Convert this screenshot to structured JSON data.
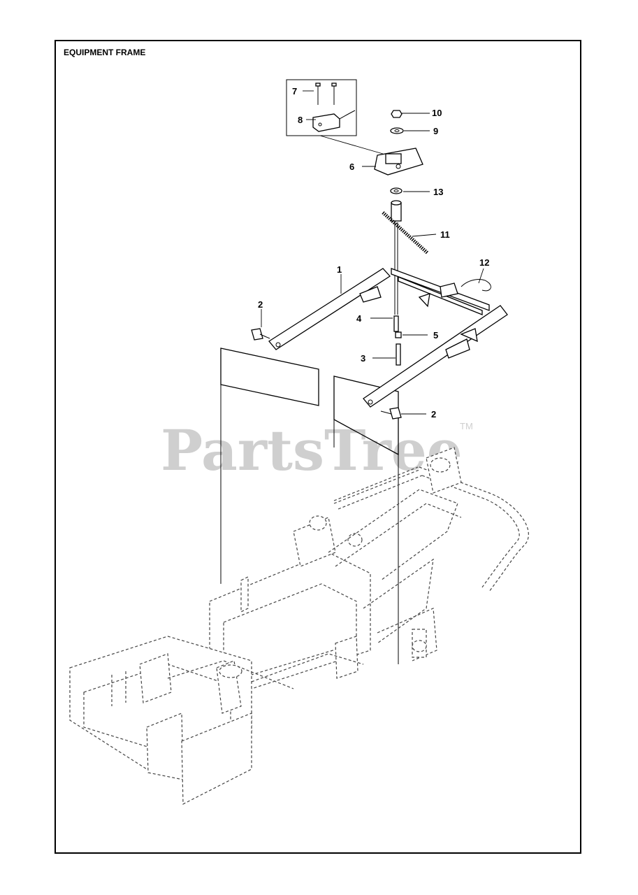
{
  "title": "EQUIPMENT FRAME",
  "watermark": {
    "brand": "PartsTree",
    "trademark": "TM"
  },
  "callouts": [
    {
      "id": "c1",
      "label": "1"
    },
    {
      "id": "c2a",
      "label": "2"
    },
    {
      "id": "c2b",
      "label": "2"
    },
    {
      "id": "c3",
      "label": "3"
    },
    {
      "id": "c4",
      "label": "4"
    },
    {
      "id": "c5",
      "label": "5"
    },
    {
      "id": "c6",
      "label": "6"
    },
    {
      "id": "c7",
      "label": "7"
    },
    {
      "id": "c8",
      "label": "8"
    },
    {
      "id": "c9",
      "label": "9"
    },
    {
      "id": "c10",
      "label": "10"
    },
    {
      "id": "c11",
      "label": "11"
    },
    {
      "id": "c12",
      "label": "12"
    },
    {
      "id": "c13",
      "label": "13"
    }
  ]
}
